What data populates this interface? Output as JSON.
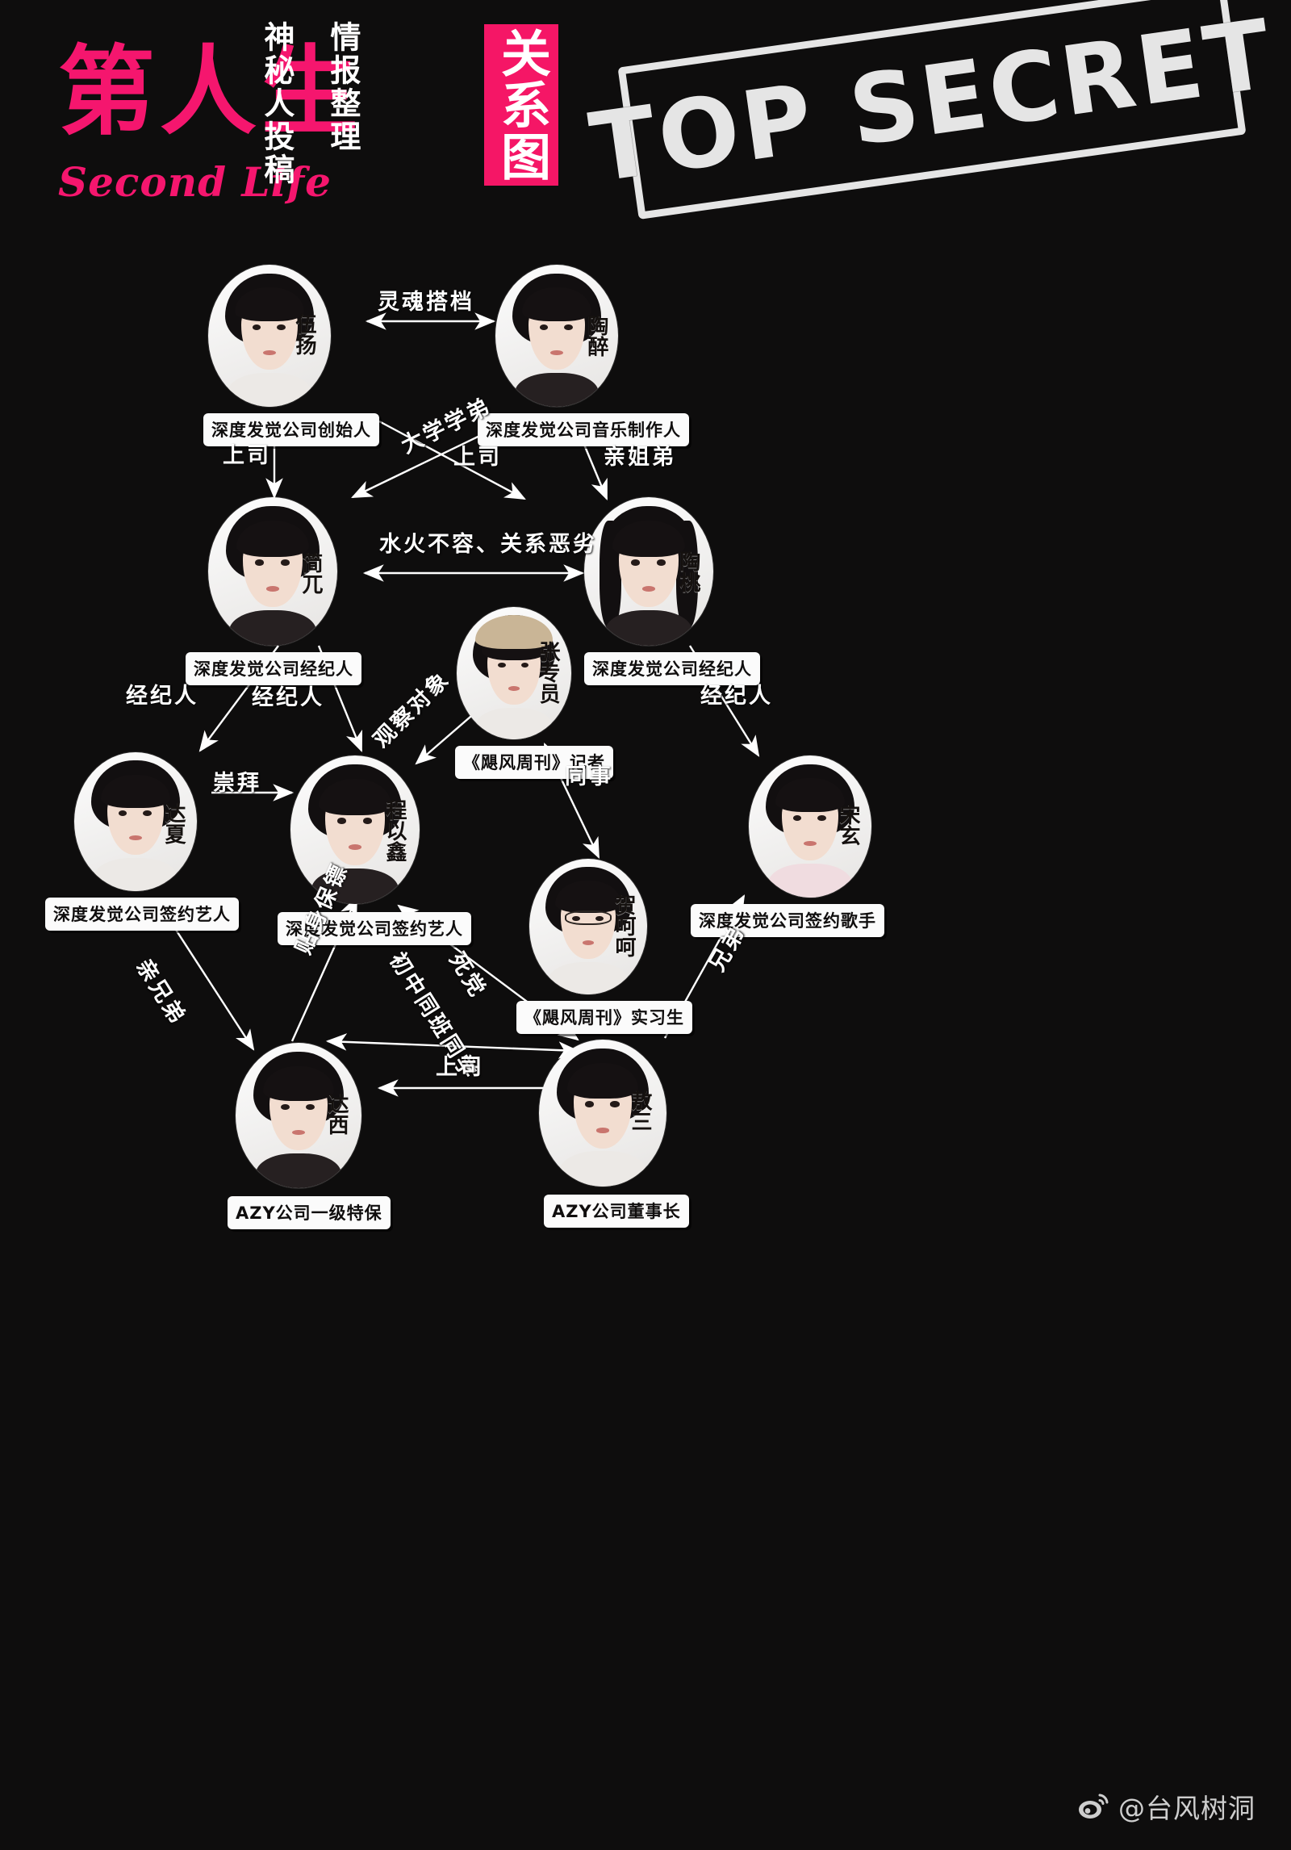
{
  "header": {
    "logo_cn": "第人生",
    "logo_en": "Second Life",
    "vertical_text_right": "情报整理",
    "vertical_text_left": "神秘人投稿",
    "red_box_label": "关系图",
    "stamp_text": "TOP SECRET",
    "brand_color": "#f5166e"
  },
  "nodes": [
    {
      "id": "wuyang",
      "name": "伍扬",
      "role": "深度发觉公司创始人"
    },
    {
      "id": "taozui",
      "name": "陶醉",
      "role": "深度发觉公司音乐制作人"
    },
    {
      "id": "jianwu",
      "name": "简兀",
      "role": "深度发觉公司经纪人"
    },
    {
      "id": "taotao",
      "name": "陶桃",
      "role": "深度发觉公司经纪人"
    },
    {
      "id": "zhangzy",
      "name": "张专员",
      "role": "《飓风周刊》记者"
    },
    {
      "id": "daxia",
      "name": "达夏",
      "role": "深度发觉公司签约艺人"
    },
    {
      "id": "chengyixin",
      "name": "程以鑫",
      "role": "深度发觉公司签约艺人"
    },
    {
      "id": "songxuan",
      "name": "宋玄",
      "role": "深度发觉公司签约歌手"
    },
    {
      "id": "hehehe",
      "name": "贺呵呵",
      "role": "《飓风周刊》实习生"
    },
    {
      "id": "daxi",
      "name": "达西",
      "role": "AZY公司一级特保"
    },
    {
      "id": "aosan",
      "name": "敖三",
      "role": "AZY公司董事长"
    }
  ],
  "edges": [
    {
      "id": "e1",
      "from": "wuyang",
      "to": "taozui",
      "label": "灵魂搭档"
    },
    {
      "id": "e2",
      "from": "taozui",
      "to": "jianwu",
      "label": "大学学弟"
    },
    {
      "id": "e3",
      "from": "wuyang",
      "to": "jianwu",
      "label": "上司"
    },
    {
      "id": "e4",
      "from": "wuyang",
      "to": "taotao",
      "label": "上司"
    },
    {
      "id": "e5",
      "from": "taozui",
      "to": "taotao",
      "label": "亲姐弟"
    },
    {
      "id": "e6",
      "from": "jianwu",
      "to": "taotao",
      "label": "水火不容、关系恶劣"
    },
    {
      "id": "e7",
      "from": "jianwu",
      "to": "daxia",
      "label": "经纪人"
    },
    {
      "id": "e8",
      "from": "jianwu",
      "to": "chengyixin",
      "label": "经纪人"
    },
    {
      "id": "e9",
      "from": "taotao",
      "to": "songxuan",
      "label": "经纪人"
    },
    {
      "id": "e10",
      "from": "zhangzy",
      "to": "chengyixin",
      "label": "观察对象"
    },
    {
      "id": "e11",
      "from": "daxia",
      "to": "chengyixin",
      "label": "崇拜"
    },
    {
      "id": "e12",
      "from": "zhangzy",
      "to": "hehehe",
      "label": "同事"
    },
    {
      "id": "e13",
      "from": "daxi",
      "to": "daxia",
      "label": "亲兄弟"
    },
    {
      "id": "e14",
      "from": "daxi",
      "to": "chengyixin",
      "label": "贴身保镖"
    },
    {
      "id": "e15",
      "from": "daxi",
      "to": "aosan",
      "label": "初中同班同学"
    },
    {
      "id": "e16",
      "from": "chengyixin",
      "to": "aosan",
      "label": "死党"
    },
    {
      "id": "e17",
      "from": "aosan",
      "to": "songxuan",
      "label": "兄弟"
    },
    {
      "id": "e18",
      "from": "aosan",
      "to": "daxi",
      "label": "上司"
    }
  ],
  "watermark": {
    "icon": "weibo-icon",
    "handle": "@台风树洞"
  }
}
